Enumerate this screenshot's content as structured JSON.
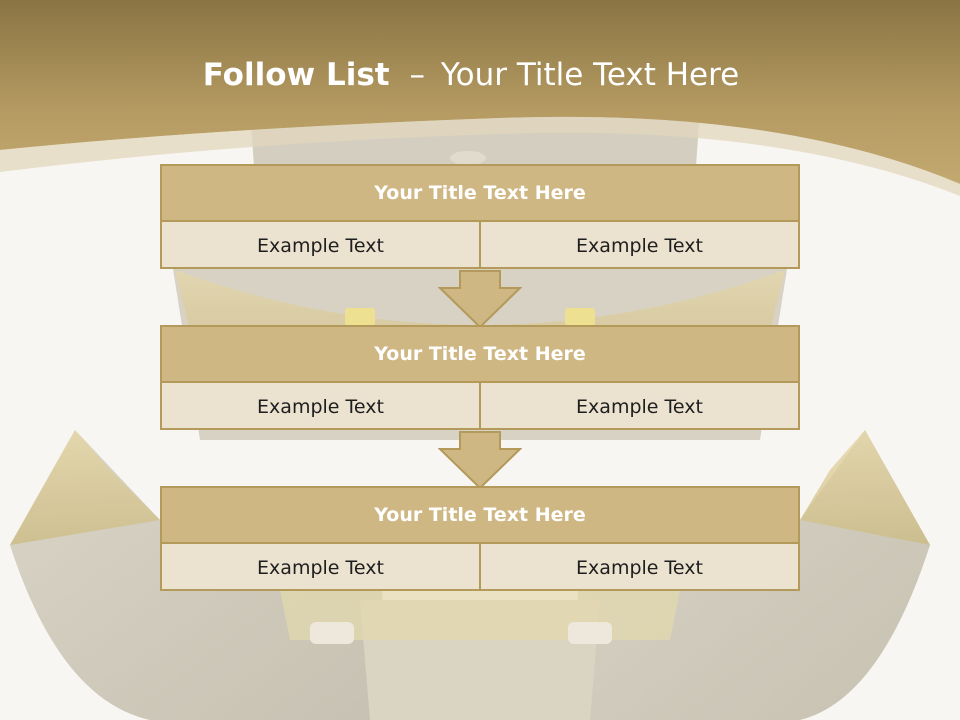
{
  "slide": {
    "title_bold": "Follow List",
    "title_separator": "–",
    "title_rest": "Your Title Text Here"
  },
  "blocks": [
    {
      "title": "Your Title Text Here",
      "cells": [
        "Example Text",
        "Example Text"
      ]
    },
    {
      "title": "Your Title Text Here",
      "cells": [
        "Example Text",
        "Example Text"
      ]
    },
    {
      "title": "Your Title Text Here",
      "cells": [
        "Example Text",
        "Example Text"
      ]
    }
  ],
  "colors": {
    "header_gold": "#cfb783",
    "cell_cream": "#ebe2d0",
    "border_gold": "#b39a5b",
    "banner_gold": "#ad9359"
  },
  "icons": [
    "down-arrow-icon",
    "down-arrow-icon"
  ]
}
